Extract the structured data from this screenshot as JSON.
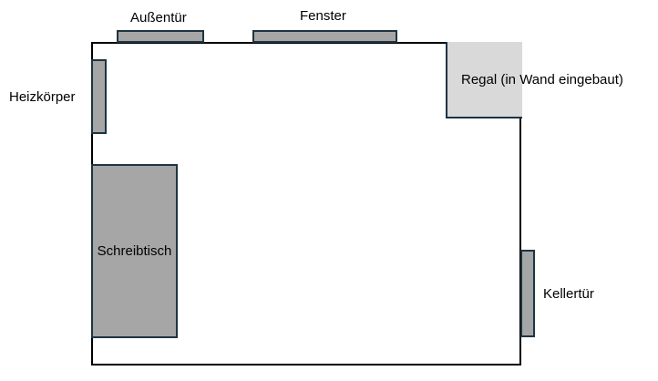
{
  "floorplan": {
    "labels": {
      "outer_door": "Außentür",
      "window": "Fenster",
      "radiator": "Heizkörper",
      "shelf": "Regal (in Wand eingebaut)",
      "desk": "Schreibtisch",
      "cellar_door": "Kellertür"
    },
    "colors": {
      "wall": "#000000",
      "fixture_fill": "#a6a6a6",
      "shelf_fill": "#d9d9d9",
      "fixture_border": "#1f3342"
    }
  }
}
